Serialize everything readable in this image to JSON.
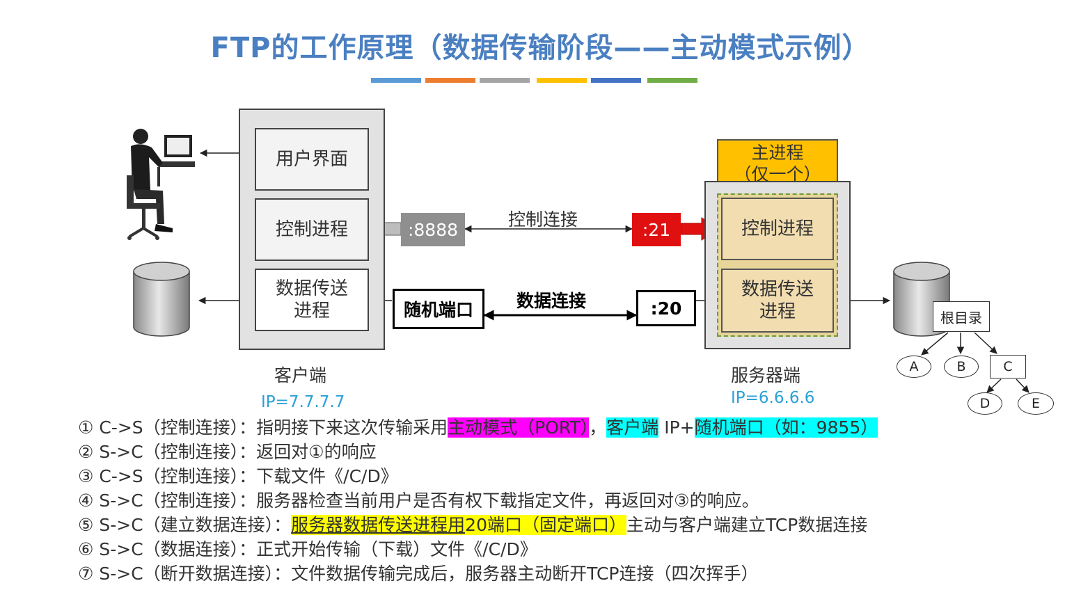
{
  "title": "FTP的工作原理（数据传输阶段——主动模式示例）",
  "colorbar": [
    "#5b9bd5",
    "#ed7d31",
    "#a5a5a5",
    "#ffc000",
    "#4472c4",
    "#70ad47"
  ],
  "client": {
    "ui": "用户界面",
    "control": "控制进程",
    "data_line1": "数据传送",
    "data_line2": "进程",
    "label": "客户端",
    "ip": "IP=7.7.7.7",
    "control_port": ":8888",
    "data_port": "随机端口"
  },
  "server": {
    "main_line1": "主进程",
    "main_line2": "（仅一个）",
    "control": "控制进程",
    "data_line1": "数据传送",
    "data_line2": "进程",
    "label": "服务器端",
    "ip": "IP=6.6.6.6",
    "control_port": ":21",
    "data_port": ":20"
  },
  "connections": {
    "control": "控制连接",
    "data": "数据连接"
  },
  "tree": {
    "root": "根目录",
    "nodes": [
      "A",
      "B",
      "C",
      "D",
      "E"
    ]
  },
  "steps": {
    "s1": {
      "a": "① C->S（控制连接）：指明接下来这次传输采用",
      "b": "主动模式（PORT）",
      "c": "，",
      "d": "客户端",
      "e": " IP+",
      "f": "随机端口（如：9855）"
    },
    "s2": "② S->C（控制连接）：返回对①的响应",
    "s3": "③ C->S（控制连接）：下载文件《/C/D》",
    "s4": "④ S->C（控制连接）：服务器检查当前用户是否有权下载指定文件，再返回对③的响应。",
    "s5": {
      "a": "⑤ S->C（建立数据连接）：",
      "b": "服务器数据传送进程用",
      "c": "20端口（固定端口）",
      "d": "主动与客户端建立TCP数据连接"
    },
    "s6": "⑥ S->C（数据连接）：正式开始传输（下载）文件《/C/D》",
    "s7": "⑦ S->C（断开数据连接）：文件数据传输完成后，服务器主动断开TCP连接（四次挥手）"
  }
}
